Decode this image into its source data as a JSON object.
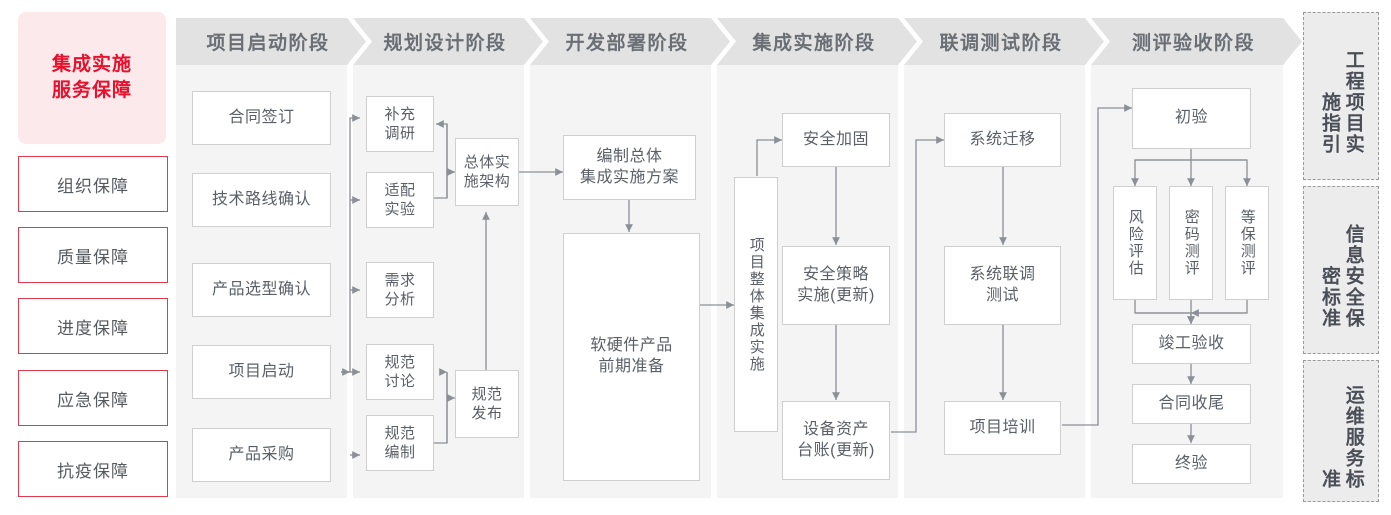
{
  "left_rail": {
    "header": "集成实施\n服务保障",
    "header_line1": "集成实施",
    "header_line2": "服务保障",
    "accent_color": "#e8112d",
    "header_bg": "#fce9ec",
    "items": [
      {
        "label": "组织保障"
      },
      {
        "label": "质量保障"
      },
      {
        "label": "进度保障"
      },
      {
        "label": "应急保障"
      },
      {
        "label": "抗疫保障"
      }
    ]
  },
  "phases": [
    {
      "title": "项目启动阶段"
    },
    {
      "title": "规划设计阶段"
    },
    {
      "title": "开发部署阶段"
    },
    {
      "title": "集成实施阶段"
    },
    {
      "title": "联调测试阶段"
    },
    {
      "title": "测评验收阶段"
    }
  ],
  "nodes": {
    "p1": [
      {
        "label": "合同签订"
      },
      {
        "label": "技术路线确认"
      },
      {
        "label": "产品选型确认"
      },
      {
        "label": "项目启动"
      },
      {
        "label": "产品采购"
      }
    ],
    "p2": [
      {
        "label": "补充\n调研",
        "l1": "补充",
        "l2": "调研"
      },
      {
        "label": "适配\n实验",
        "l1": "适配",
        "l2": "实验"
      },
      {
        "label": "需求\n分析",
        "l1": "需求",
        "l2": "分析"
      },
      {
        "label": "规范\n讨论",
        "l1": "规范",
        "l2": "讨论"
      },
      {
        "label": "规范\n编制",
        "l1": "规范",
        "l2": "编制"
      },
      {
        "label": "总体实\n施架构",
        "l1": "总体实",
        "l2": "施架构"
      },
      {
        "label": "规范\n发布",
        "l1": "规范",
        "l2": "发布"
      }
    ],
    "p3": [
      {
        "label": "编制总体\n集成实施方案",
        "l1": "编制总体",
        "l2": "集成实施方案"
      },
      {
        "label": "软硬件产品\n前期准备",
        "l1": "软硬件产品",
        "l2": "前期准备"
      }
    ],
    "p4": [
      {
        "label": "项目整体集成实施"
      },
      {
        "label": "安全加固"
      },
      {
        "label": "安全策略\n实施(更新)",
        "l1": "安全策略",
        "l2": "实施(更新)"
      },
      {
        "label": "设备资产\n台账(更新)",
        "l1": "设备资产",
        "l2": "台账(更新)"
      }
    ],
    "p5": [
      {
        "label": "系统迁移"
      },
      {
        "label": "系统联调\n测试",
        "l1": "系统联调",
        "l2": "测试"
      },
      {
        "label": "项目培训"
      }
    ],
    "p6": [
      {
        "label": "初验"
      },
      {
        "label": "风险评估"
      },
      {
        "label": "密码测评"
      },
      {
        "label": "等保测评"
      },
      {
        "label": "竣工验收"
      },
      {
        "label": "合同收尾"
      },
      {
        "label": "终验"
      }
    ]
  },
  "right_rail": [
    {
      "col_right": "程目施引",
      "col_left": "工项实指",
      "full": "工程项目实施指引"
    },
    {
      "col_right": "息全密准",
      "col_left": "信安保标",
      "full": "信息安全保密标准"
    },
    {
      "col_right": "维务准",
      "col_left": "运服标",
      "full": "运维服务标准"
    }
  ]
}
